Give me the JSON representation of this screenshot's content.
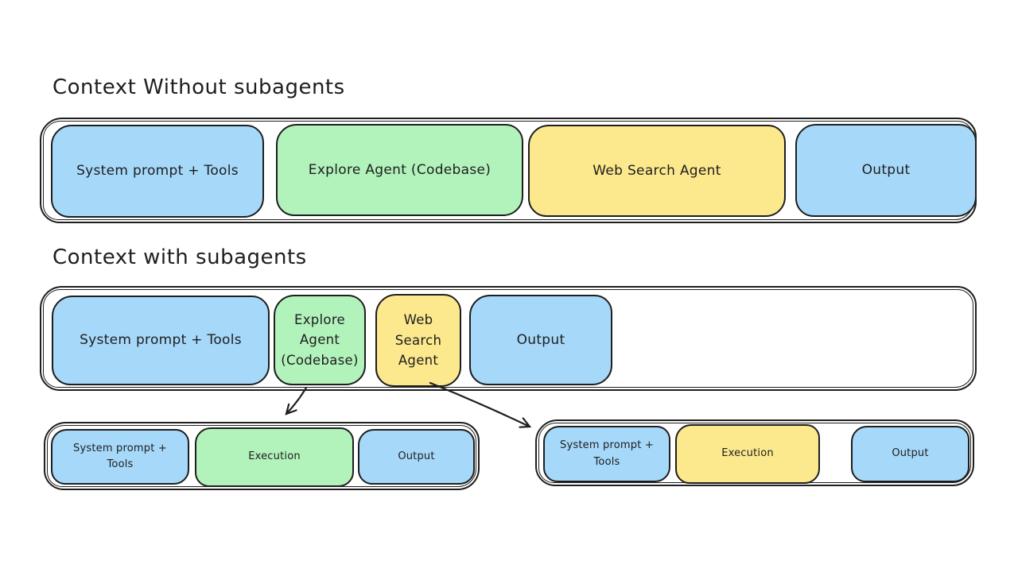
{
  "palette": {
    "blue": "#a6d8fa",
    "green": "#b2f2bb",
    "yellow": "#fce88d",
    "stroke": "#1e1e1e",
    "background": "#ffffff"
  },
  "section_without": {
    "title": "Context Without subagents",
    "boxes": [
      {
        "label": "System prompt + Tools",
        "color": "blue"
      },
      {
        "label": "Explore Agent (Codebase)",
        "color": "green"
      },
      {
        "label": "Web Search Agent",
        "color": "yellow"
      },
      {
        "label": "Output",
        "color": "blue"
      }
    ]
  },
  "section_with": {
    "title": "Context with subagents",
    "boxes": [
      {
        "label": "System prompt + Tools",
        "color": "blue"
      },
      {
        "label": "Explore Agent (Codebase)",
        "color": "green"
      },
      {
        "label": "Web Search Agent",
        "color": "yellow"
      },
      {
        "label": "Output",
        "color": "blue"
      }
    ]
  },
  "explore_subagent_context": {
    "boxes": [
      {
        "label": "System prompt + Tools",
        "color": "blue"
      },
      {
        "label": "Execution",
        "color": "green"
      },
      {
        "label": "Output",
        "color": "blue"
      }
    ]
  },
  "web_search_subagent_context": {
    "boxes": [
      {
        "label": "System prompt + Tools",
        "color": "blue"
      },
      {
        "label": "Execution",
        "color": "yellow"
      },
      {
        "label": "Output",
        "color": "blue"
      }
    ]
  },
  "arrows": [
    {
      "from": "explore-agent",
      "to": "explore-subagent-context"
    },
    {
      "from": "web-search-agent",
      "to": "web-search-subagent-context"
    }
  ]
}
